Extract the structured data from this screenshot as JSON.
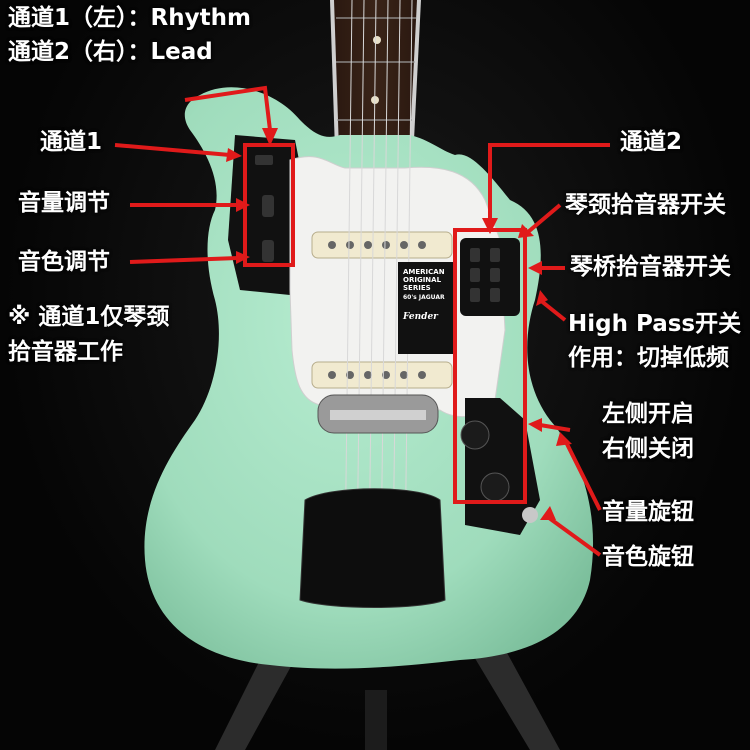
{
  "labels": {
    "header_line1": "通道1（左）：Rhythm",
    "header_line2": "通道2（右）：Lead",
    "channel1": "通道1",
    "volume_adjust": "音量调节",
    "tone_adjust": "音色调节",
    "note_line1": "※ 通道1仅琴颈",
    "note_line2": "拾音器工作",
    "channel2": "通道2",
    "neck_switch": "琴颈拾音器开关",
    "bridge_switch": "琴桥拾音器开关",
    "highpass_line1": "High Pass开关",
    "highpass_line2": "作用：切掉低频",
    "strangle_line1": "左侧开启",
    "strangle_line2": "右侧关闭",
    "volume_knob": "音量旋钮",
    "tone_knob": "音色旋钮"
  },
  "headstock_text": {
    "series_line1": "AMERICAN",
    "series_line2": "ORIGINAL",
    "series_line3": "SERIES",
    "model": "60's JAGUAR",
    "brand": "Fender"
  },
  "colors": {
    "body": "#a6e4c4",
    "pickguard": "#f2f2f0",
    "annotation": "#e01a1a",
    "text": "#ffffff"
  }
}
